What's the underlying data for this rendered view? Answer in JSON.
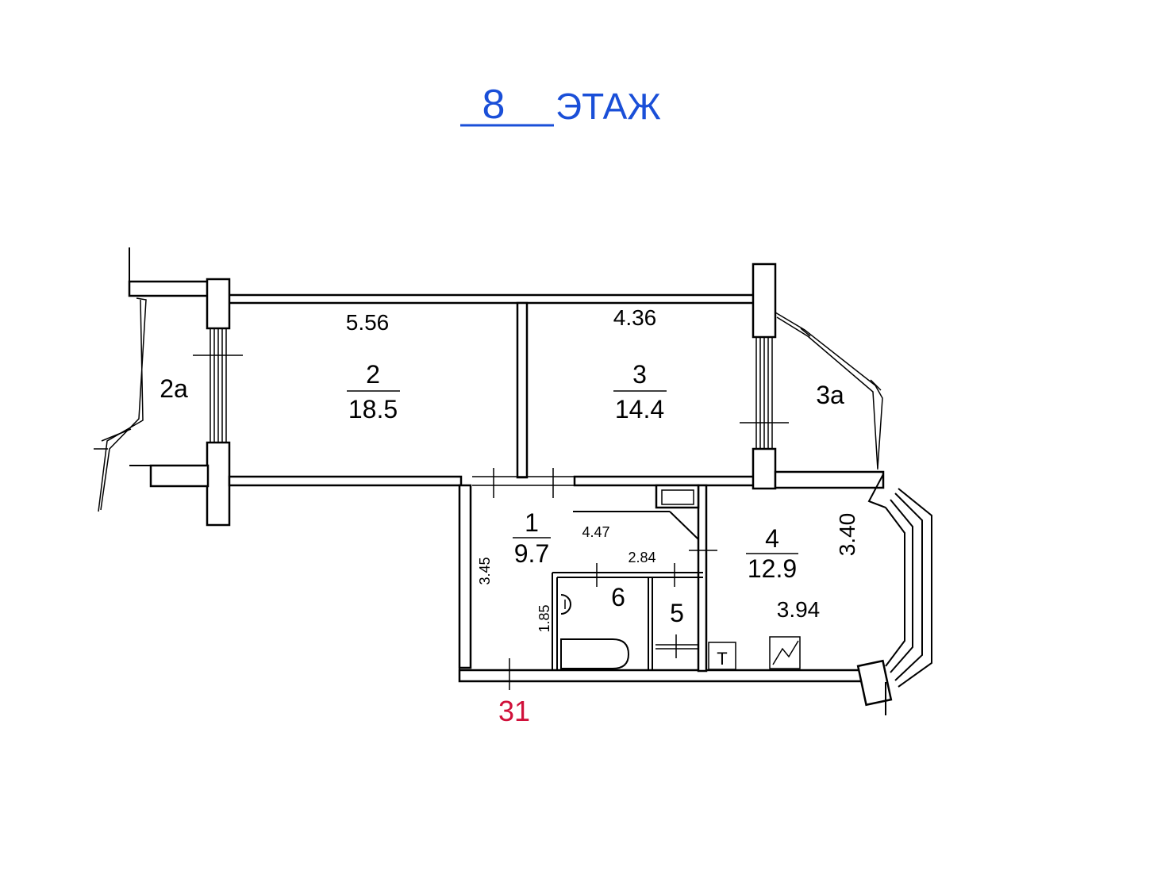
{
  "header": {
    "floor_number": "8",
    "floor_word": "ЭТАЖ",
    "floor_color": "#1a4fd8"
  },
  "apartment": {
    "number": "31",
    "number_color": "#d0103a"
  },
  "rooms": {
    "r1": {
      "id": "1",
      "area": "9.7"
    },
    "r2": {
      "id": "2",
      "area": "18.5"
    },
    "r3": {
      "id": "3",
      "area": "14.4"
    },
    "r4": {
      "id": "4",
      "area": "12.9"
    },
    "r5": {
      "id": "5"
    },
    "r6": {
      "id": "6"
    },
    "r2a": {
      "id": "2а"
    },
    "r3a": {
      "id": "3а"
    }
  },
  "dimensions": {
    "d_556": "5.56",
    "d_436": "4.36",
    "d_447": "4.47",
    "d_284": "2.84",
    "d_345": "3.45",
    "d_185": "1.85",
    "d_340": "3.40",
    "d_394": "3.94"
  },
  "fixtures": {
    "tile_stove_label": "Т"
  }
}
